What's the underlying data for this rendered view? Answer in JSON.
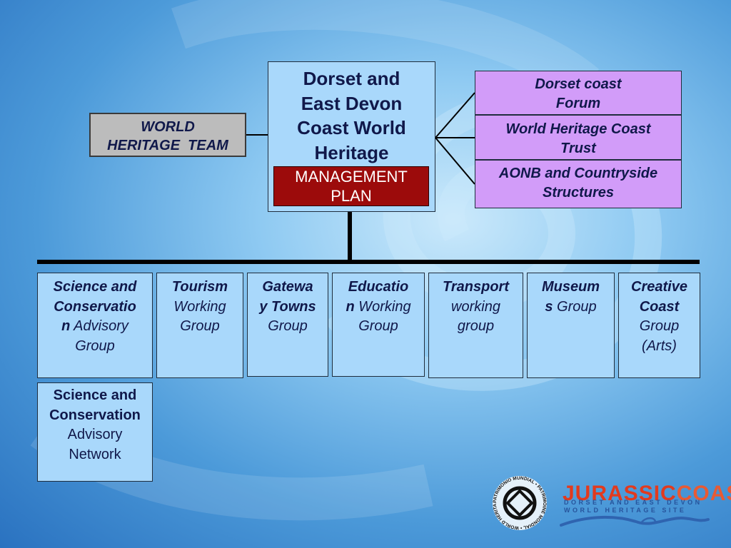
{
  "center": {
    "title_lines": [
      "Dorset and",
      "East Devon",
      "Coast World",
      "Heritage"
    ],
    "plan_lines": [
      "MANAGEMENT",
      "PLAN"
    ]
  },
  "left_box": {
    "lines": [
      "WORLD",
      "HERITAGE  TEAM"
    ]
  },
  "right_boxes": [
    {
      "lines": [
        "Dorset coast",
        "Forum"
      ]
    },
    {
      "lines": [
        "World Heritage Coast",
        "Trust"
      ]
    },
    {
      "lines": [
        "AONB and Countryside",
        "Structures"
      ]
    }
  ],
  "groups": [
    {
      "bold_lines": [
        "Science and",
        "Conservatio"
      ],
      "bold_tail": "n",
      "rest_lines_head": " Advisory",
      "rest_lines": [
        "Group"
      ]
    },
    {
      "bold_lines": [
        "Tourism"
      ],
      "bold_tail": "",
      "rest_lines_head": "",
      "rest_lines": [
        "Working",
        "Group"
      ]
    },
    {
      "bold_lines": [
        "Gatewa",
        "y Towns"
      ],
      "bold_tail": "",
      "rest_lines_head": "",
      "rest_lines": [
        "Group"
      ]
    },
    {
      "bold_lines": [
        "Educatio"
      ],
      "bold_tail": "n",
      "rest_lines_head": " Working",
      "rest_lines": [
        "Group"
      ]
    },
    {
      "bold_lines": [
        "Transport"
      ],
      "bold_tail": "",
      "rest_lines_head": "",
      "rest_lines": [
        "working",
        "group"
      ]
    },
    {
      "bold_lines": [
        "Museum"
      ],
      "bold_tail": "s",
      "rest_lines_head": " Group",
      "rest_lines": []
    },
    {
      "bold_lines": [
        "Creative",
        "Coast"
      ],
      "bold_tail": "",
      "rest_lines_head": "",
      "rest_lines": [
        "Group",
        "(Arts)"
      ]
    }
  ],
  "network_box": {
    "bold_lines": [
      "Science and",
      "Conservation"
    ],
    "rest_lines": [
      "Advisory",
      "Network"
    ]
  },
  "footer": {
    "unesco_ring_text": "PATRIMONIO MUNDIAL • PATRIMOINE MONDIAL • WORLD HERITAGE •",
    "brand_part1": "JURASSIC",
    "brand_part2": "COAST",
    "brand_sub1": "DORSET AND EAST DEVON",
    "brand_sub2": "WORLD HERITAGE SITE"
  }
}
